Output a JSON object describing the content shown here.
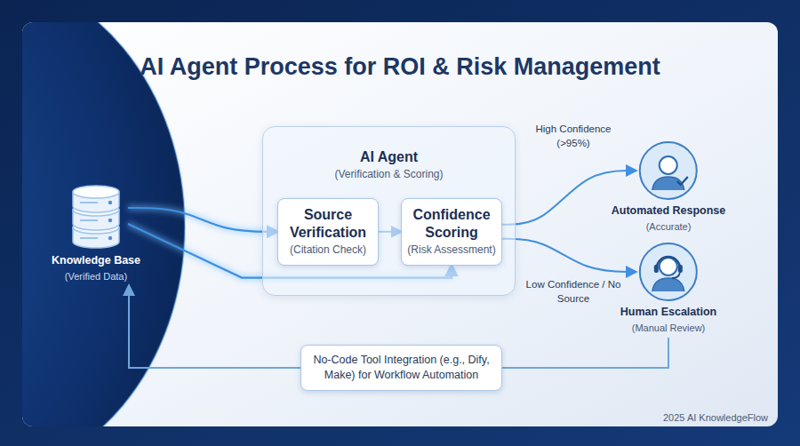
{
  "diagram": {
    "title": "AI Agent Process for ROI & Risk Management",
    "nodes": [
      {
        "text": [
          "Knowledge Base",
          "(Verified Data)"
        ]
      },
      {
        "text": [
          "AI Agent",
          "(Verification & Scoring)"
        ]
      },
      {
        "text": [
          "Source Verification",
          "(Citation Check)"
        ],
        "in": 1
      },
      {
        "text": [
          "Confidence Scoring",
          "(Risk Assessment)"
        ],
        "in": 1
      },
      {
        "text": [
          "Automated Response",
          "(Accurate)"
        ]
      },
      {
        "text": [
          "Human Escalation",
          "(Manual Review)"
        ]
      },
      {
        "text": [
          "No-Code Tool Integration (e.g., Dify, Make) for Workflow Automation"
        ]
      }
    ],
    "edges": [
      {
        "from": 0,
        "to": 2,
        "arrow": "to"
      },
      {
        "from": 0,
        "to": 3,
        "arrow": "to"
      },
      {
        "from": 2,
        "to": 3,
        "arrow": "to"
      },
      {
        "from": 3,
        "to": 4,
        "label": "High Confidence (>95%)",
        "arrow": "to"
      },
      {
        "from": 3,
        "to": 5,
        "label": "Low Confidence / No Source",
        "arrow": "to"
      },
      {
        "from": 5,
        "to": 6,
        "arrow": "none"
      },
      {
        "from": 6,
        "to": 0,
        "arrow": "to"
      }
    ],
    "labels": [
      "2025 AI KnowledgeFlow"
    ]
  }
}
